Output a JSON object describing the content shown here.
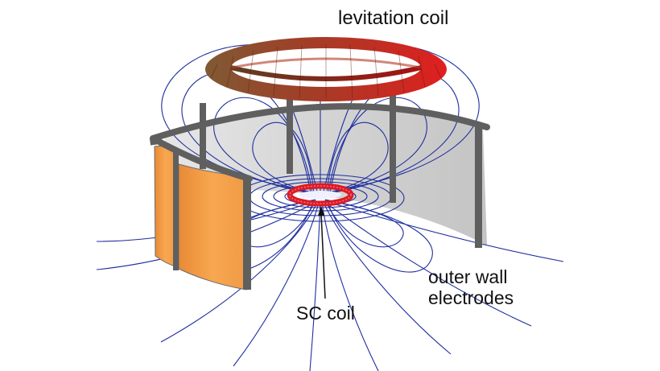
{
  "labels": {
    "levitation_coil": "levitation coil",
    "sc_coil": "SC coil",
    "outer_wall_line1": "outer wall",
    "outer_wall_line2": "electrodes"
  },
  "colors": {
    "field_lines": "#1f2f9f",
    "levitation_coil_left": "#8a5a2c",
    "levitation_coil_right": "#d51f1f",
    "sc_coil": "#d81c28",
    "electrode": "#f6a14a",
    "wall_interior": "#dcdcdc",
    "wall_rim": "#5f5f5f"
  }
}
